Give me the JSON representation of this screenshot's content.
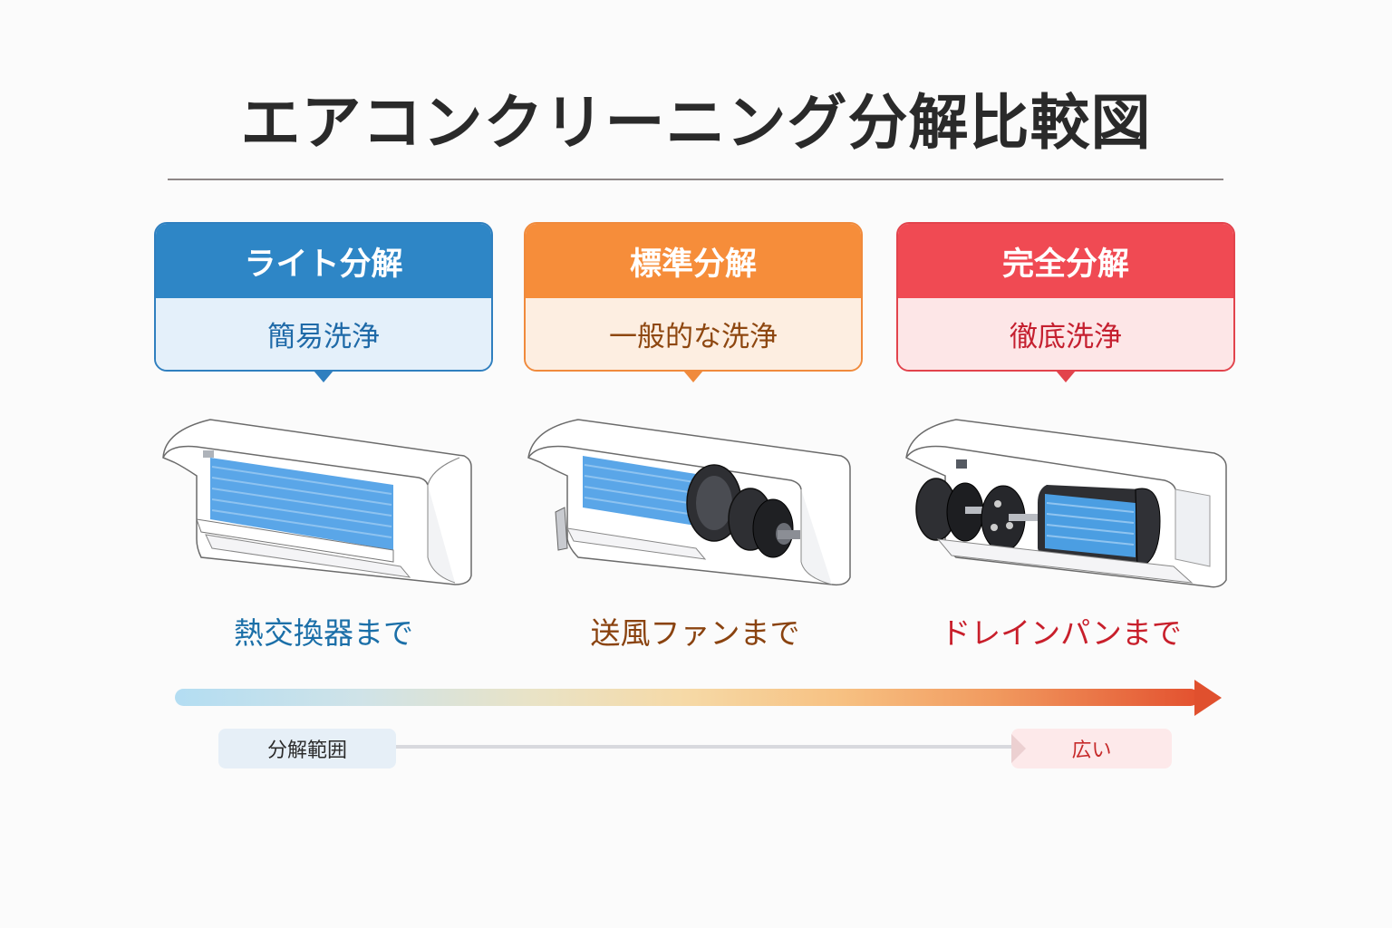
{
  "title": "エアコンクリーニング分解比較図",
  "levels": [
    {
      "name": "ライト分解",
      "description": "簡易洗浄",
      "reach": "熱交換器まで",
      "illustration": "ac-unit-heat-exchanger-visible",
      "colors": {
        "header": "#2e86c6",
        "body": "#e4f0fa",
        "border": "#2f7fbf",
        "text": "#1f6aa8",
        "reach": "#1b6fa8"
      }
    },
    {
      "name": "標準分解",
      "description": "一般的な洗浄",
      "reach": "送風ファンまで",
      "illustration": "ac-unit-fan-exposed",
      "colors": {
        "header": "#f68d3a",
        "body": "#fdeee1",
        "border": "#f08a3c",
        "text": "#8e4710",
        "reach": "#8a4310"
      }
    },
    {
      "name": "完全分解",
      "description": "徹底洗浄",
      "reach": "ドレインパンまで",
      "illustration": "ac-unit-fully-disassembled",
      "colors": {
        "header": "#f04a53",
        "body": "#fde6e7",
        "border": "#e2434c",
        "text": "#c52030",
        "reach": "#c81f2b"
      }
    }
  ],
  "scale": {
    "label": "分解範囲",
    "end_label": "広い"
  }
}
